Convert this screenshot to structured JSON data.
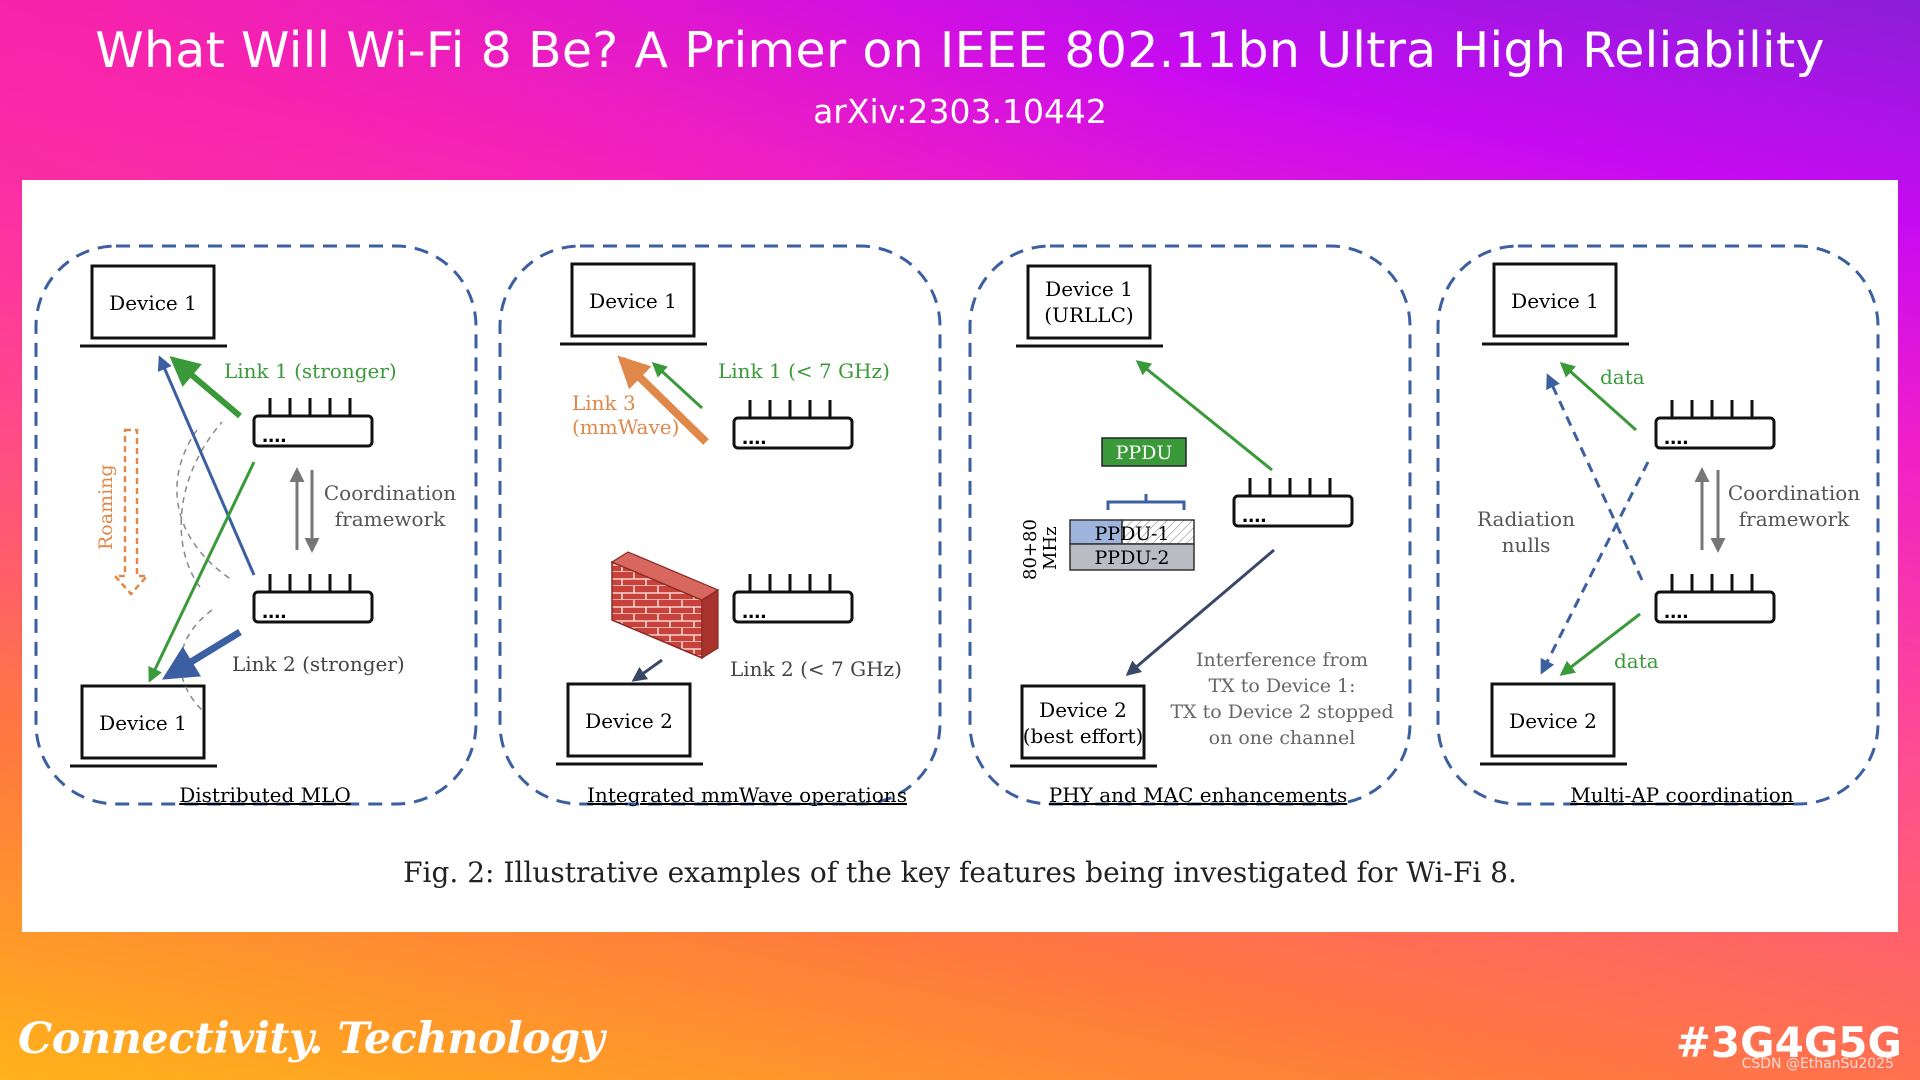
{
  "slide": {
    "title": "What Will Wi-Fi 8 Be? A Primer on IEEE 802.11bn Ultra High Reliability",
    "subtitle": "arXiv:2303.10442",
    "footer_left": "Connectivity. Technology",
    "footer_right": "#3G4G5G",
    "watermark": "CSDN @EthanSu2025"
  },
  "figure": {
    "caption": "Fig. 2: Illustrative examples of the key features being investigated for Wi-Fi 8.",
    "colors": {
      "green": "#3a9a3a",
      "blue": "#3b5fa0",
      "orange": "#e0874a",
      "gray": "#777777",
      "ppdu_green": "#3a9a3a",
      "ppdu_blue": "#9fb4dd",
      "ppdu_gray": "#b9bcc4",
      "dash_border": "#3b5fa0",
      "brick": "#c8413a"
    },
    "panels": [
      {
        "title": "Distributed MLO",
        "device_top": "Device 1",
        "device_bottom": "Device 1",
        "link1": "Link 1 (stronger)",
        "link2": "Link 2 (stronger)",
        "roaming": "Roaming",
        "coordination_line1": "Coordination",
        "coordination_line2": "framework"
      },
      {
        "title": "Integrated mmWave operations",
        "device_top": "Device 1",
        "device_bottom": "Device 2",
        "link1": "Link 1 (< 7 GHz)",
        "link3_line1": "Link 3",
        "link3_line2": "(mmWave)",
        "link2": "Link 2 (< 7 GHz)"
      },
      {
        "title": "PHY and MAC enhancements",
        "device_top_line1": "Device 1",
        "device_top_line2": "(URLLC)",
        "device_bottom_line1": "Device 2",
        "device_bottom_line2": "(best effort)",
        "ppdu": "PPDU",
        "ppdu1": "PPDU-1",
        "ppdu2": "PPDU-2",
        "bandwidth_line1": "80+80",
        "bandwidth_line2": "MHz",
        "interference_line1": "Interference from",
        "interference_line2": "TX to Device 1:",
        "interference_line3": "TX to Device 2 stopped",
        "interference_line4": "on one channel"
      },
      {
        "title": "Multi-AP coordination",
        "device_top": "Device 1",
        "device_bottom": "Device 2",
        "data_top": "data",
        "data_bottom": "data",
        "radiation_line1": "Radiation",
        "radiation_line2": "nulls",
        "coordination_line1": "Coordination",
        "coordination_line2": "framework"
      }
    ]
  }
}
